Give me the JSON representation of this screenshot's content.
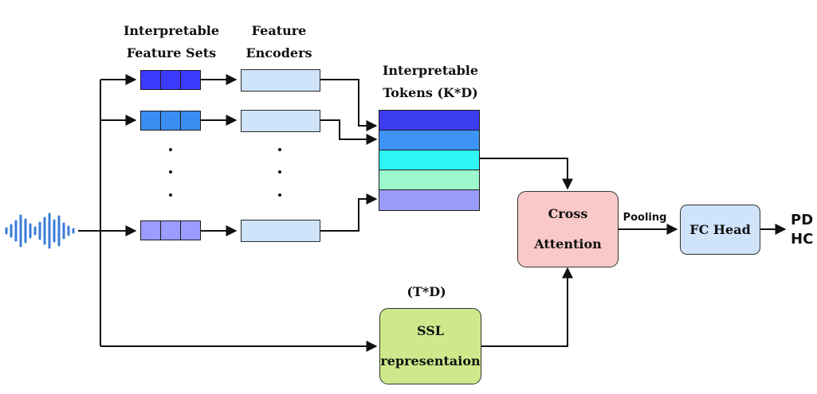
{
  "labels": {
    "feature_sets": "Interpretable\nFeature Sets",
    "feature_encoders": "Feature\nEncoders",
    "tokens": "Interpretable\nTokens (K*D)",
    "ssl_dims": "(T*D)",
    "pooling": "Pooling"
  },
  "boxes": {
    "cross_attention": "Cross\nAttention",
    "fc_head": "FC Head",
    "ssl": "SSL\nrepresentaion"
  },
  "outputs": {
    "pd": "PD",
    "hc": "HC"
  },
  "colors": {
    "feature_set_1": "#3b3bff",
    "feature_set_2": "#3c8df2",
    "feature_set_n": "#9b9cff",
    "encoder": "#cfe3fa",
    "token_1": "#3c3cf0",
    "token_2": "#3d94f5",
    "token_3": "#2ff5f5",
    "token_4": "#9cf7cc",
    "token_5": "#9a9cfa",
    "cross_attention": "#f9c9c9",
    "fc_head": "#cfe3fa",
    "ssl": "#cde98c",
    "waveform": "#3a7bd8"
  },
  "icons": {
    "input": "audio-waveform-icon"
  }
}
